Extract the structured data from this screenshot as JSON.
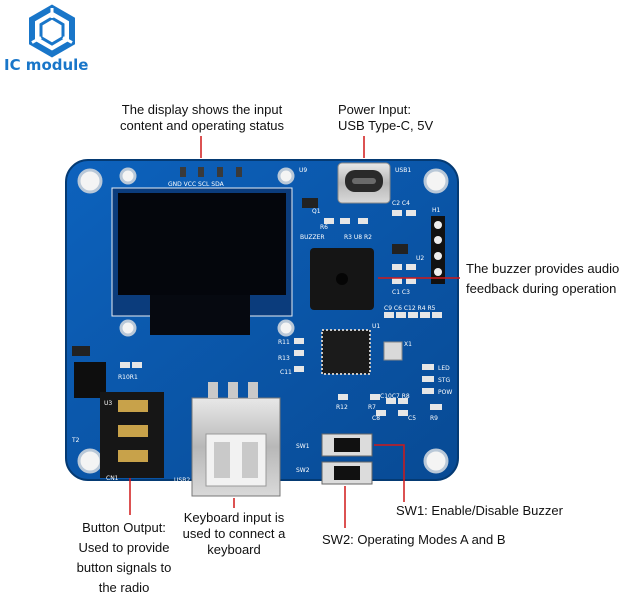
{
  "brand": {
    "logo_text": "IC module",
    "accent": "#1976c9"
  },
  "board": {
    "silk_header": "GND VCC SCL SDA",
    "labels": {
      "u9": "U9",
      "usb1": "USB1",
      "q1": "Q1",
      "r6": "R6",
      "buzzer": "BUZZER",
      "r3r1": "R3 U8 R2",
      "c2c4": "C2 C4",
      "h1": "H1",
      "u2": "U2",
      "c1c3": "C1 C3",
      "c9row": "C9 C6 C12 R4 R5",
      "u1": "U1",
      "x1": "X1",
      "r11": "R11",
      "r13": "R13",
      "c11": "C11",
      "r10r1": "R10R1",
      "u3": "U3",
      "t2": "T2",
      "cn1": "CN1",
      "usb2": "USB2",
      "r12": "R12",
      "r9": "R9",
      "r7": "R7",
      "c10": "C10C7 R8",
      "c8": "C8",
      "c5": "C5",
      "led": "LED",
      "stg": "STG",
      "pow": "POW",
      "sw1": "SW1",
      "sw2": "SW2"
    },
    "colors": {
      "pcb": "#0a56a8",
      "pcb_dark": "#06407f",
      "screen": "#04060c"
    }
  },
  "callouts": {
    "display": [
      "The display shows the input",
      "content and operating status"
    ],
    "power": [
      "Power Input:",
      "USB Type-C, 5V"
    ],
    "buzzer": [
      "The buzzer provides audio",
      "feedback during operation"
    ],
    "sw1": "SW1: Enable/Disable Buzzer",
    "sw2": "SW2: Operating Modes A and B",
    "keyboard": [
      "Keyboard input is",
      "used to connect a",
      "keyboard"
    ],
    "button": [
      "Button Output:",
      "Used to provide",
      "button signals to",
      "the radio"
    ]
  }
}
